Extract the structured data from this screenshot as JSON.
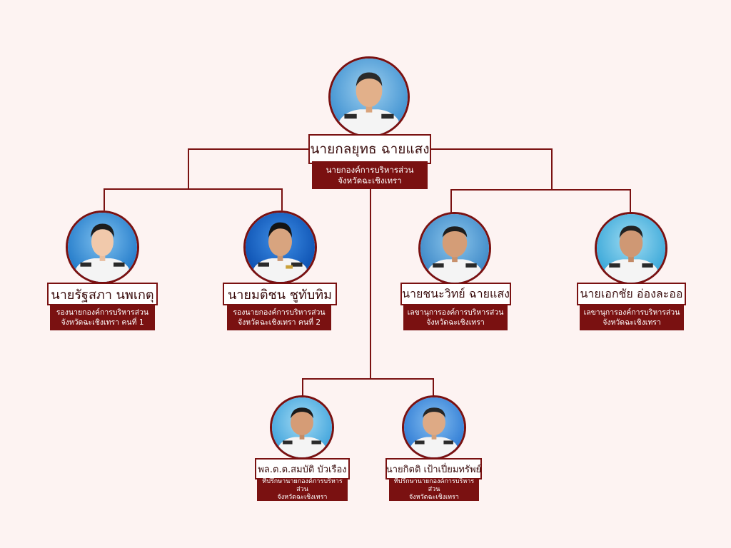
{
  "colors": {
    "background": "#fdf3f2",
    "accent": "#7a1111"
  },
  "icons": {
    "person": "person-portrait-icon"
  },
  "chief": {
    "name": "นายกลยุทธ ฉายแสง",
    "title_line1": "นายกองค์การบริหารส่วน",
    "title_line2": "จังหวัดฉะเชิงเทรา"
  },
  "deputies": [
    {
      "name": "นายรัฐสภา นพเกตุ",
      "title_line1": "รองนายกองค์การบริหารส่วน",
      "title_line2": "จังหวัดฉะเชิงเทรา คนที่ 1"
    },
    {
      "name": "นายมติชน ชูทับทิม",
      "title_line1": "รองนายกองค์การบริหารส่วน",
      "title_line2": "จังหวัดฉะเชิงเทรา คนที่ 2"
    }
  ],
  "secretaries": [
    {
      "name": "นายชนะวิทย์  ฉายแสง",
      "title_line1": "เลขานุการองค์การบริหารส่วน",
      "title_line2": "จังหวัดฉะเชิงเทรา"
    },
    {
      "name": "นายเอกชัย อ่องละออ",
      "title_line1": "เลขานุการองค์การบริหารส่วน",
      "title_line2": "จังหวัดฉะเชิงเทรา"
    }
  ],
  "advisors": [
    {
      "name": "พล.ต.ต.สมบัติ บัวเรือง",
      "title_line1": "ที่ปรึกษานายกองค์การบริหารส่วน",
      "title_line2": "จังหวัดฉะเชิงเทรา"
    },
    {
      "name": "นายกิตติ เป้าเปี่ยมทรัพย์",
      "title_line1": "ที่ปรึกษานายกองค์การบริหารส่วน",
      "title_line2": "จังหวัดฉะเชิงเทรา"
    }
  ]
}
